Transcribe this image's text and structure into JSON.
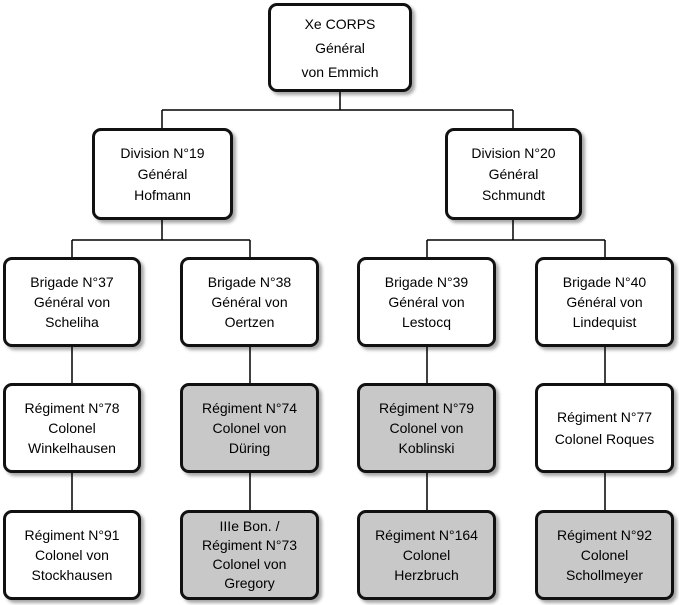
{
  "colors": {
    "border": "#111111",
    "fill": "#ffffff",
    "shaded_fill": "#c8c8c8",
    "line": "#000000"
  },
  "nodes": {
    "corps": {
      "lines": [
        "Xe CORPS",
        "Général",
        "von Emmich"
      ]
    },
    "div19": {
      "lines": [
        "Division N°19",
        "Général",
        "Hofmann"
      ]
    },
    "div20": {
      "lines": [
        "Division N°20",
        "Général",
        "Schmundt"
      ]
    },
    "brig37": {
      "lines": [
        "Brigade N°37",
        "Général  von",
        "Scheliha"
      ]
    },
    "brig38": {
      "lines": [
        "Brigade N°38",
        "Général  von",
        "Oertzen"
      ]
    },
    "brig39": {
      "lines": [
        "Brigade N°39",
        "Général von",
        "Lestocq"
      ]
    },
    "brig40": {
      "lines": [
        "Brigade N°40",
        "Général von",
        "Lindequist"
      ]
    },
    "reg78": {
      "lines": [
        "Régiment N°78",
        "Colonel",
        "Winkelhausen"
      ]
    },
    "reg74": {
      "lines": [
        "Régiment N°74",
        "Colonel von",
        "Düring"
      ]
    },
    "reg79": {
      "lines": [
        "Régiment N°79",
        "Colonel von",
        "Koblinski"
      ]
    },
    "reg77": {
      "lines": [
        "Régiment N°77",
        "Colonel Roques"
      ]
    },
    "reg91": {
      "lines": [
        "Régiment N°91",
        "Colonel von",
        "Stockhausen"
      ]
    },
    "reg73": {
      "lines": [
        "IIIe Bon. /",
        "Régiment N°73",
        "Colonel von",
        "Gregory"
      ]
    },
    "reg164": {
      "lines": [
        "Régiment N°164",
        "Colonel",
        "Herzbruch"
      ]
    },
    "reg92": {
      "lines": [
        "Régiment N°92",
        "Colonel",
        "Schollmeyer"
      ]
    }
  }
}
